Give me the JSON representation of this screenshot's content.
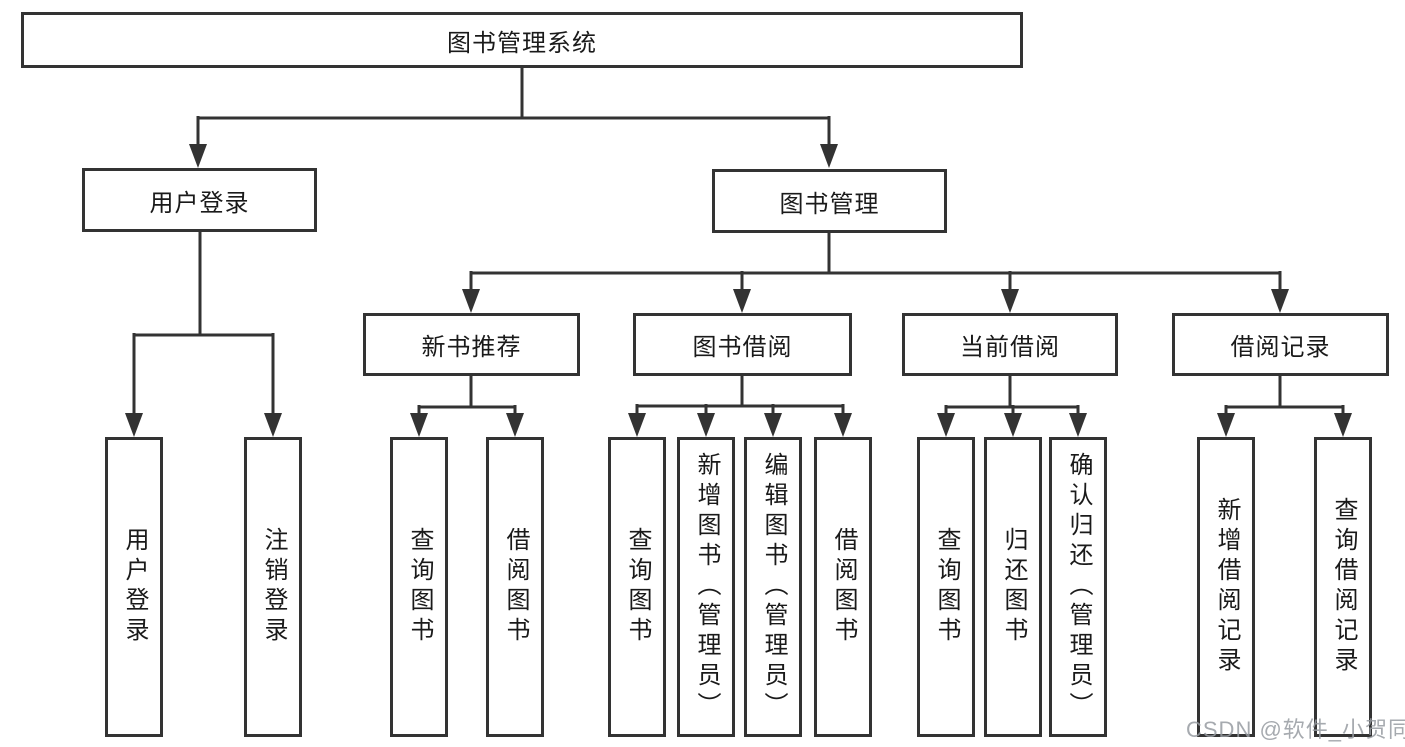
{
  "root": {
    "label": "图书管理系统"
  },
  "branches": [
    {
      "label": "用户登录",
      "children": [
        {
          "label": "用户登录"
        },
        {
          "label": "注销登录"
        }
      ]
    },
    {
      "label": "图书管理",
      "sections": [
        {
          "label": "新书推荐",
          "children": [
            {
              "label": "查询图书"
            },
            {
              "label": "借阅图书"
            }
          ]
        },
        {
          "label": "图书借阅",
          "children": [
            {
              "label": "查询图书"
            },
            {
              "label": "新增图书（管理员）"
            },
            {
              "label": "编辑图书（管理员）"
            },
            {
              "label": "借阅图书"
            }
          ]
        },
        {
          "label": "当前借阅",
          "children": [
            {
              "label": "查询图书"
            },
            {
              "label": "归还图书"
            },
            {
              "label": "确认归还（管理员）"
            }
          ]
        },
        {
          "label": "借阅记录",
          "children": [
            {
              "label": "新增借阅记录"
            },
            {
              "label": "查询借阅记录"
            }
          ]
        }
      ]
    }
  ],
  "watermark": "CSDN @软件_小贺同学",
  "colors": {
    "line": "#333333",
    "text": "#1a1a1a",
    "watermark": "#969ba1",
    "background": "#ffffff"
  }
}
